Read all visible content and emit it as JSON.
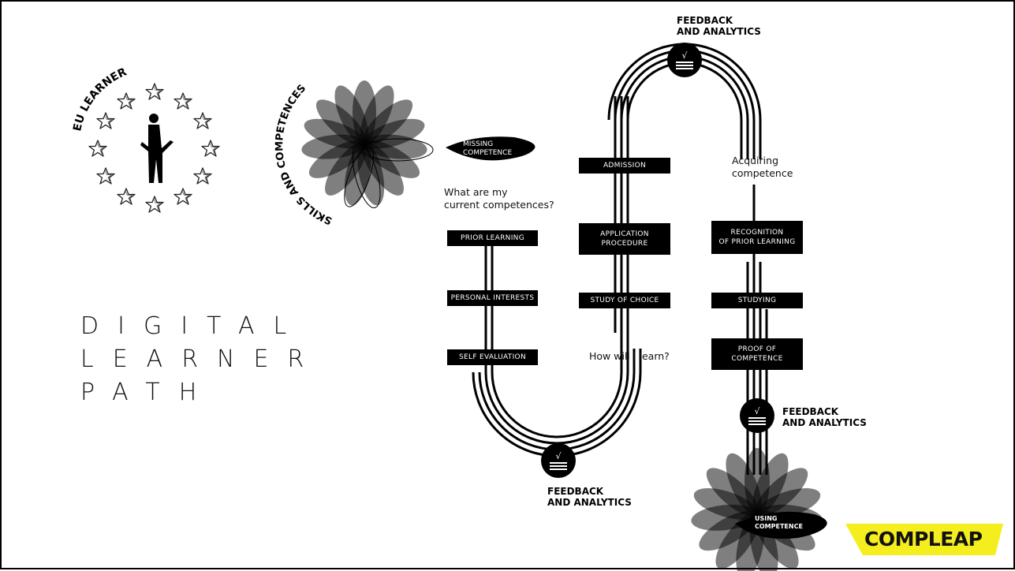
{
  "title": {
    "lines": [
      "DIGITAL",
      "LEARNER",
      "PATH"
    ]
  },
  "eu_learner": {
    "label": "EU LEARNER"
  },
  "skills": {
    "label": "SKILLS AND COMPETENCES"
  },
  "missing_competence": "MISSING\nCOMPETENCE",
  "using_competence": "USING\nCOMPETENCE",
  "questions": {
    "current": "What are my\ncurrent competences?",
    "how": "How will I learn?",
    "acquiring": "Acquiring\ncompetence"
  },
  "steps": {
    "prior_learning": "PRIOR LEARNING",
    "personal_interests": "PERSONAL INTERESTS",
    "self_evaluation": "SELF EVALUATION",
    "admission": "ADMISSION",
    "application_procedure": "APPLICATION\nPROCEDURE",
    "study_of_choice": "STUDY OF CHOICE",
    "recognition": "RECOGNITION\nOF PRIOR LEARNING",
    "studying": "STUDYING",
    "proof": "PROOF OF\nCOMPETENCE"
  },
  "feedback": {
    "top": "FEEDBACK\nAND ANALYTICS",
    "bottom": "FEEDBACK\nAND ANALYTICS",
    "right": "FEEDBACK\nAND ANALYTICS"
  },
  "brand": {
    "name": "COMPLEAP",
    "bg_color": "#f5ee1e",
    "text_color": "#111111"
  },
  "icons": {
    "feedback": "check-list-icon",
    "star": "star-icon",
    "person": "person-silhouette-icon",
    "flower": "flower-petals-icon"
  }
}
